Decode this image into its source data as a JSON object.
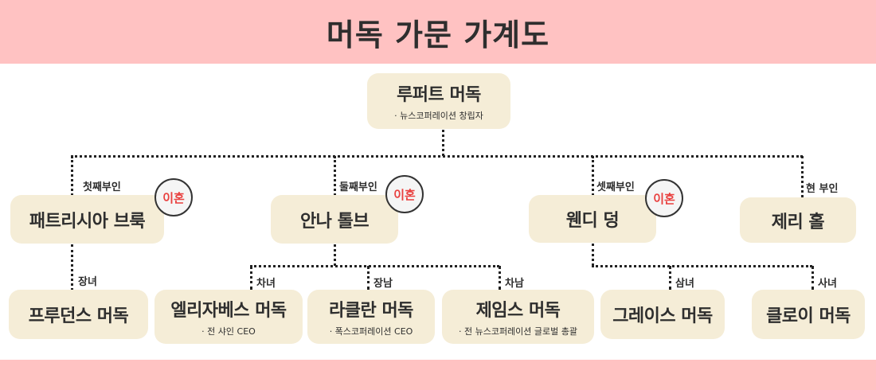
{
  "title": "머독 가문 가계도",
  "colors": {
    "header_bg": "#ffc2c2",
    "box_bg": "#f5edd7",
    "divorce_text": "#e9403f"
  },
  "root": {
    "name": "루퍼트 머독",
    "sub": "· 뉴스코퍼레이션 창립자"
  },
  "spouses": [
    {
      "label": "첫째부인",
      "name": "패트리시아 브룩",
      "status": "이혼"
    },
    {
      "label": "둘째부인",
      "name": "안나 톨브",
      "status": "이혼"
    },
    {
      "label": "셋째부인",
      "name": "웬디 덩",
      "status": "이혼"
    },
    {
      "label": "현 부인",
      "name": "제리 홀"
    }
  ],
  "children": [
    {
      "label": "장녀",
      "name": "프루던스 머독"
    },
    {
      "label": "차녀",
      "name": "엘리자베스 머독",
      "sub": "· 전 샤인 CEO"
    },
    {
      "label": "장남",
      "name": "라클란 머독",
      "sub": "· 폭스코퍼레이션 CEO"
    },
    {
      "label": "차남",
      "name": "제임스 머독",
      "sub": "· 전 뉴스코퍼레이션 글로벌 총괄"
    },
    {
      "label": "삼녀",
      "name": "그레이스 머독"
    },
    {
      "label": "사녀",
      "name": "클로이 머독"
    }
  ]
}
